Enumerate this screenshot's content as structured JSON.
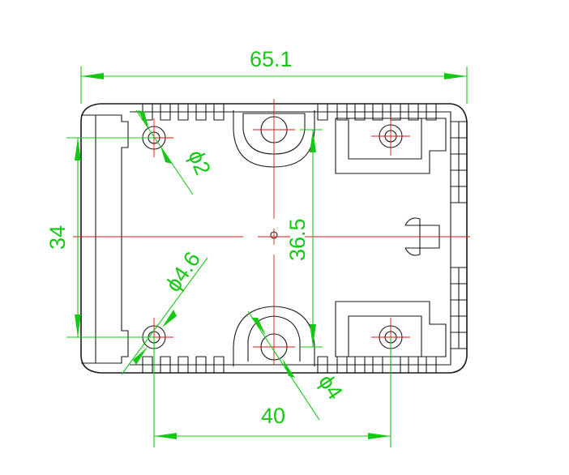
{
  "dimensions": {
    "overall_width": "65.1",
    "hole_spacing_vertical": "34",
    "center_height": "36.5",
    "hole_spacing_horizontal": "40",
    "hole_dia_small": "ϕ2",
    "hole_dia_boss": "ϕ4.6",
    "hole_dia_center": "ϕ4"
  },
  "colors": {
    "outline": "#1a1a1a",
    "centerline": "#e01616",
    "dimension": "#14c814",
    "background": "#ffffff"
  }
}
